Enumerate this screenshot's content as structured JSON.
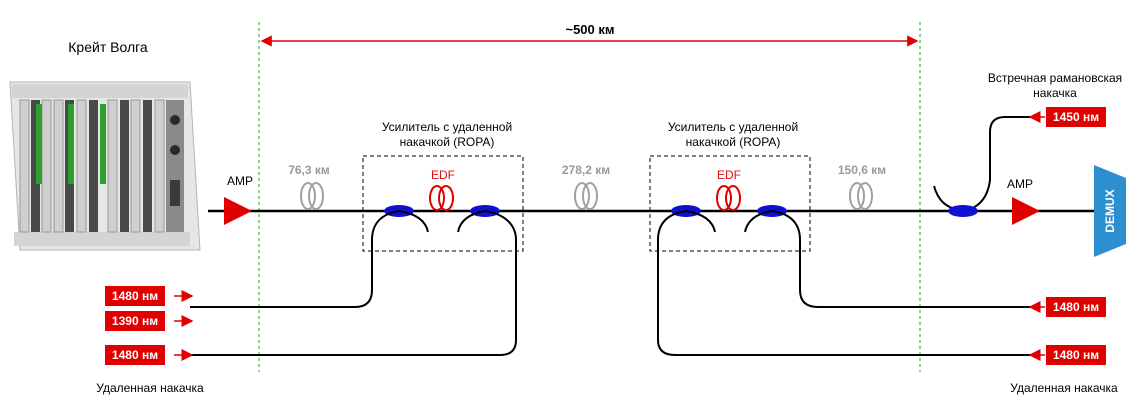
{
  "crate": {
    "title": "Крейт Волга"
  },
  "span": {
    "label": "~500 км"
  },
  "ropa1": {
    "line1": "Усилитель с удаленной",
    "line2": "накачкой (ROPA)",
    "edf": "EDF"
  },
  "ropa2": {
    "line1": "Усилитель с удаленной",
    "line2": "накачкой (ROPA)",
    "edf": "EDF"
  },
  "fibers": {
    "f1": "76,3 км",
    "f2": "278,2 км",
    "f3": "150,6 км"
  },
  "amp_left": "AMP",
  "amp_right": "AMP",
  "demux": "DEMUX",
  "raman": {
    "line1": "Встречная рамановская",
    "line2": "накачка",
    "wavelength": "1450 нм"
  },
  "pumps_left": {
    "p1": "1480 нм",
    "p2": "1390 нм",
    "p3": "1480 нм",
    "caption": "Удаленная накачка"
  },
  "pumps_right": {
    "p1": "1480 нм",
    "p2": "1480 нм",
    "caption": "Удаленная накачка"
  },
  "colors": {
    "pump_red": "#e00000",
    "coupler_blue": "#1010d0",
    "guide_green": "#2aa02a",
    "demux_blue": "#2e8fd0",
    "fiber_grey": "#a0a0a0"
  }
}
